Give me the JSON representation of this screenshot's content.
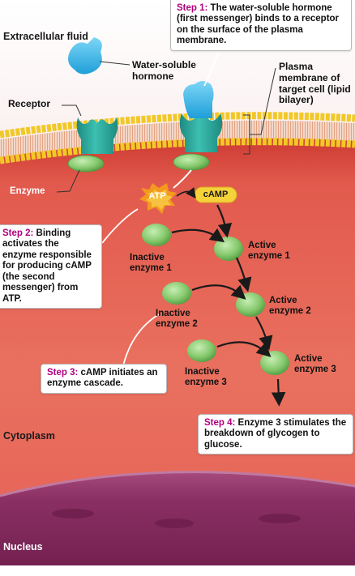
{
  "regions": {
    "extracellular": "Extracellular fluid",
    "cytoplasm": "Cytoplasm",
    "nucleus": "Nucleus"
  },
  "parts": {
    "hormone": "Water-soluble hormone",
    "receptor": "Receptor",
    "membrane": "Plasma membrane of target cell (lipid bilayer)",
    "enzyme": "Enzyme"
  },
  "molecules": {
    "atp": "ATP",
    "camp": "cAMP"
  },
  "enzymes": {
    "inactive1": "Inactive enzyme 1",
    "active1": "Active enzyme 1",
    "inactive2": "Inactive enzyme 2",
    "active2": "Active enzyme 2",
    "inactive3": "Inactive enzyme 3",
    "active3": "Active enzyme 3"
  },
  "steps": [
    {
      "tag": "Step 1:",
      "text": " The water-soluble hormone (first messenger) binds to a receptor on the surface of the plasma membrane."
    },
    {
      "tag": "Step 2:",
      "text": " Binding activates the enzyme responsible for producing cAMP (the second messenger) from ATP."
    },
    {
      "tag": "Step 3:",
      "text": " cAMP initiates an enzyme cascade."
    },
    {
      "tag": "Step 4:",
      "text": " Enzyme 3 stimulates the breakdown of glycogen to glucose."
    }
  ],
  "colors": {
    "step_tag": "#b0007e",
    "cytoplasm": "#e05a4e",
    "membrane_heads": "#f6d23a",
    "receptor": "#2aa89a",
    "enzyme": "#8fd07a",
    "hormone": "#3ab7ea",
    "atp_burst": "#f39a1e",
    "camp_pill": "#f6d23a",
    "nucleus": "#8e2f67"
  }
}
